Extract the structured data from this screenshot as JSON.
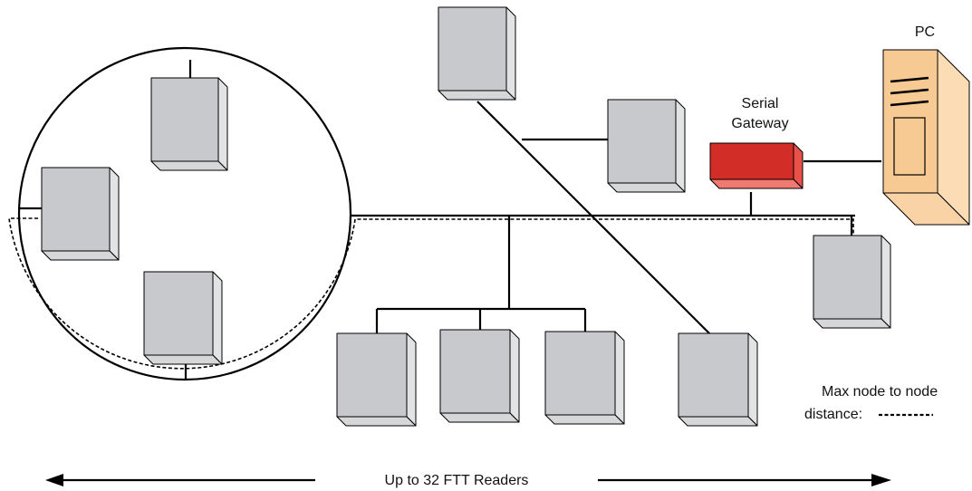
{
  "labels": {
    "pc": "PC",
    "gateway_line1": "Serial",
    "gateway_line2": "Gateway",
    "legend_line1": "Max node to node",
    "legend_line2": "distance:",
    "range": "Up to 32 FTT Readers"
  },
  "colors": {
    "reader_front": "#c8c9cc",
    "reader_side": "#e2e3e5",
    "reader_top": "#d6d7d9",
    "gateway_front": "#d32d27",
    "gateway_side": "#e85048",
    "gateway_top": "#f07a72",
    "pc_front": "#f7c993",
    "pc_side": "#fbdcb4",
    "pc_top": "#f9d3a5",
    "line": "#000000"
  }
}
